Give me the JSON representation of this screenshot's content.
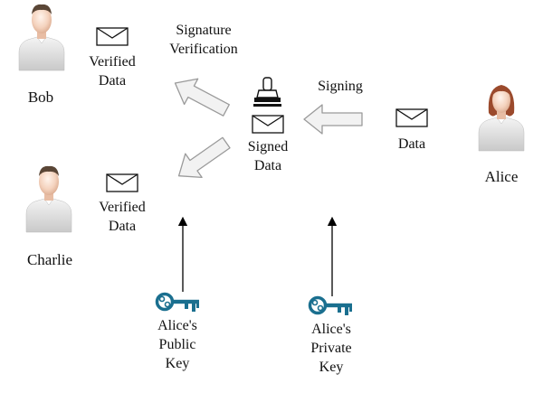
{
  "people": {
    "bob": "Bob",
    "charlie": "Charlie",
    "alice": "Alice"
  },
  "labels": {
    "signature_verification": "Signature\nVerification",
    "signing": "Signing",
    "verified_data_bob": "Verified\nData",
    "verified_data_charlie": "Verified\nData",
    "signed_data": "Signed\nData",
    "data": "Data",
    "public_key": "Alice's\nPublic\nKey",
    "private_key": "Alice's\nPrivate\nKey"
  },
  "icons": {
    "person": "person-icon",
    "envelope": "envelope-icon",
    "stamp": "stamp-icon",
    "key": "key-icon"
  },
  "colors": {
    "key": "#1a6f8f",
    "arrow_fill": "#f2f2f2",
    "arrow_stroke": "#9a9a9a"
  }
}
